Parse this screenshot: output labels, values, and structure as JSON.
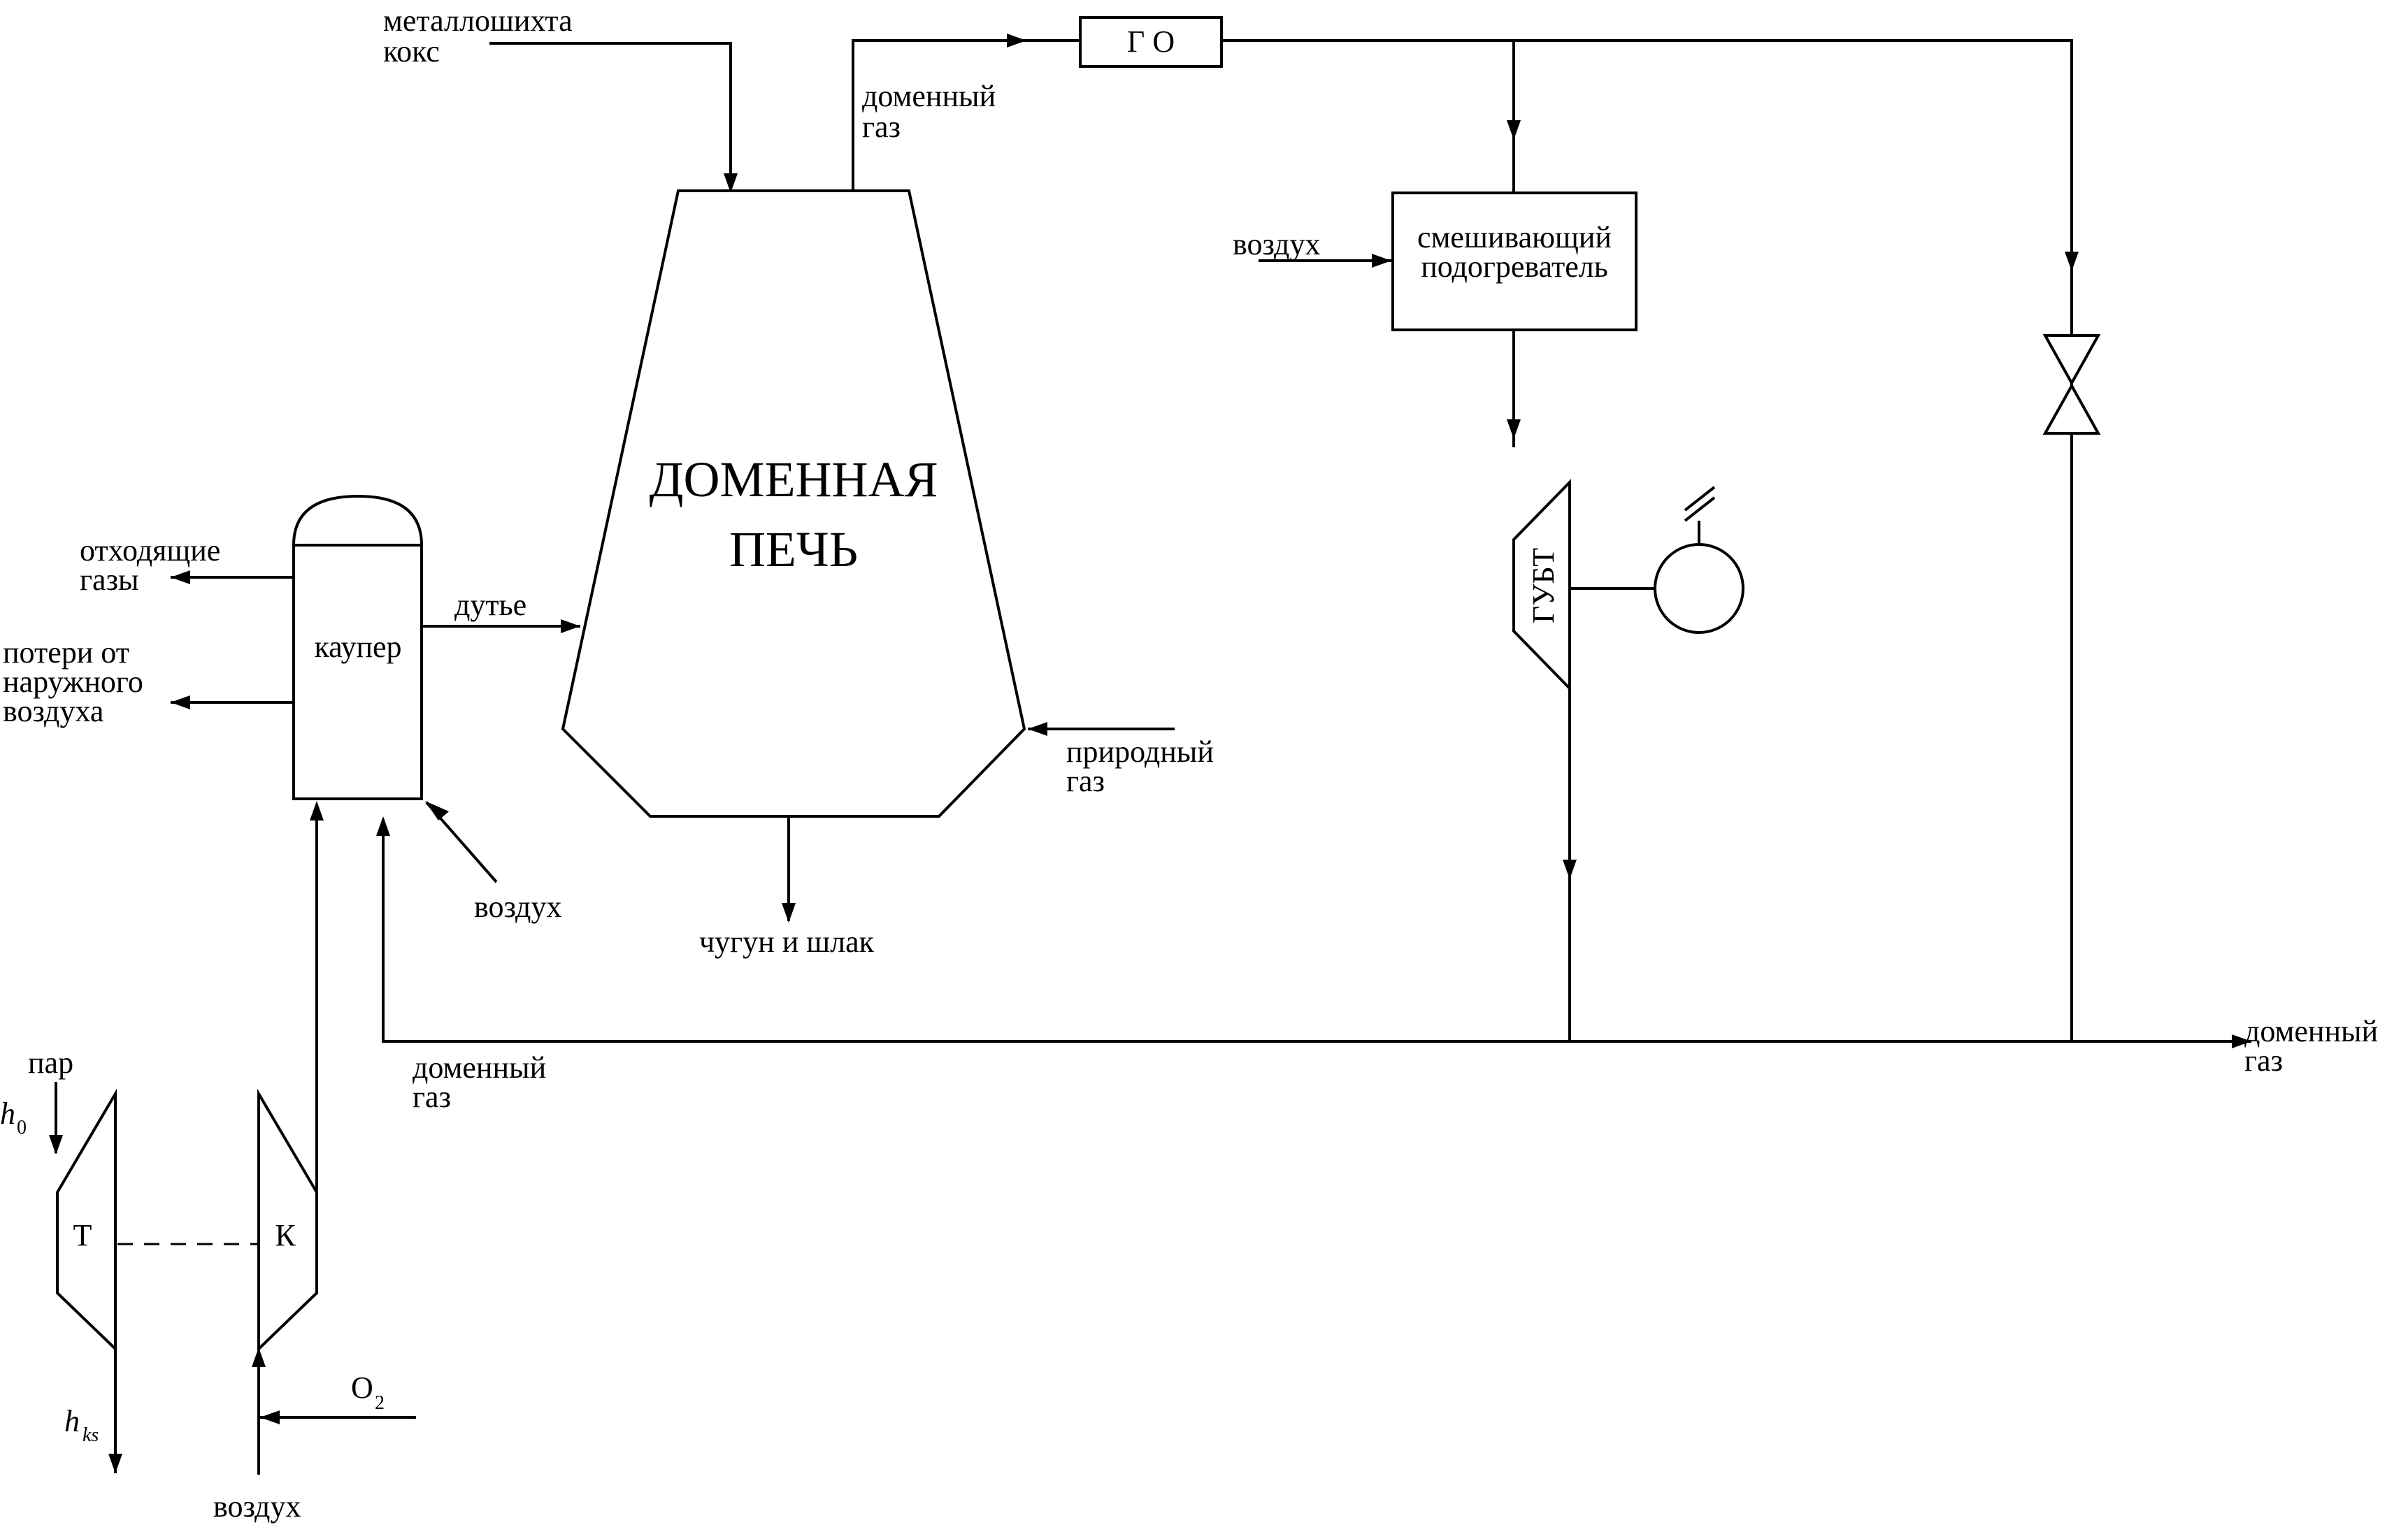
{
  "labels": {
    "charge_1": "металлошихта",
    "charge_2": "кокс",
    "furnace_gas_top_1": "доменный",
    "furnace_gas_top_2": "газ",
    "gas_cleaner": "Г О",
    "air_mixer": "воздух",
    "mixer_1": "смешивающий",
    "mixer_2": "подогреватель",
    "furnace_1": "ДОМЕННАЯ",
    "furnace_2": "ПЕЧЬ",
    "blast": "дутье",
    "cowper": "каупер",
    "exhaust_1": "отходящие",
    "exhaust_2": "газы",
    "losses_1": "потери от",
    "losses_2": "наружного",
    "losses_3": "воздуха",
    "natural_gas_1": "природный",
    "natural_gas_2": "газ",
    "cowper_air": "воздух",
    "iron_slag": "чугун и шлак",
    "gubt": "ГУБТ",
    "bottom_gas_1": "доменный",
    "bottom_gas_2": "газ",
    "out_gas_1": "доменный",
    "out_gas_2": "газ",
    "steam": "пар",
    "h0_main": "h",
    "h0_sub": "0",
    "turbine": "Т",
    "compressor": "К",
    "hks_main": "h",
    "hks_sub": "ks",
    "o2_main": "O",
    "o2_sub": "2",
    "compressor_air": "воздух"
  }
}
